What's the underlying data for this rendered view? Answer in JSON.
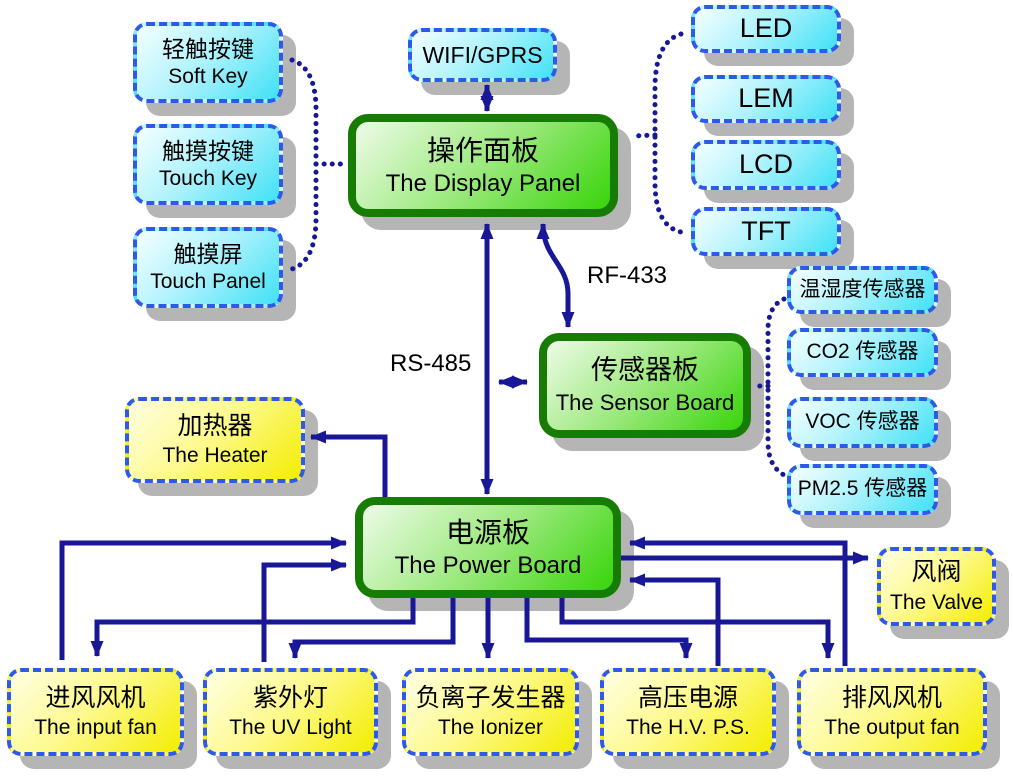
{
  "nodes": {
    "soft_key": {
      "zh": "轻触按键",
      "en": "Soft Key"
    },
    "touch_key": {
      "zh": "触摸按键",
      "en": "Touch Key"
    },
    "touch_panel": {
      "zh": "触摸屏",
      "en": "Touch Panel"
    },
    "wifi_gprs": {
      "label": "WIFI/GPRS"
    },
    "display_panel": {
      "zh": "操作面板",
      "en": "The Display Panel"
    },
    "led": {
      "label": "LED"
    },
    "lem": {
      "label": "LEM"
    },
    "lcd": {
      "label": "LCD"
    },
    "tft": {
      "label": "TFT"
    },
    "sensor_board": {
      "zh": "传感器板",
      "en": "The Sensor Board"
    },
    "temp_humidity_sensor": {
      "label": "温湿度传感器"
    },
    "co2_sensor": {
      "label": "CO2 传感器"
    },
    "voc_sensor": {
      "label": "VOC 传感器"
    },
    "pm25_sensor": {
      "label": "PM2.5 传感器"
    },
    "heater": {
      "zh": "加热器",
      "en": "The Heater"
    },
    "power_board": {
      "zh": "电源板",
      "en": "The Power Board"
    },
    "valve": {
      "zh": "风阀",
      "en": "The Valve"
    },
    "input_fan": {
      "zh": "进风风机",
      "en": "The input fan"
    },
    "uv_light": {
      "zh": "紫外灯",
      "en": "The UV Light"
    },
    "ionizer": {
      "zh": "负离子发生器",
      "en": "The Ionizer"
    },
    "hv_power_supply": {
      "zh": "高压电源",
      "en": "The H.V. P.S."
    },
    "output_fan": {
      "zh": "排风风机",
      "en": "The output fan"
    }
  },
  "bus_labels": {
    "rs485": "RS-485",
    "rf433": "RF-433"
  },
  "colors": {
    "arrow": "#181896",
    "dashed_border_blue": "#2d5ae8",
    "green_border": "#177c04",
    "cyan_fill_start": "#f4ffff",
    "cyan_fill_end": "#41e1f6",
    "green_fill_start": "#eefbe8",
    "green_fill_end": "#38d40a",
    "yellow_fill_start": "#ffffe2",
    "yellow_fill_end": "#f3ed00",
    "shadow": "#b5b5b5",
    "background": "#ffffff"
  }
}
